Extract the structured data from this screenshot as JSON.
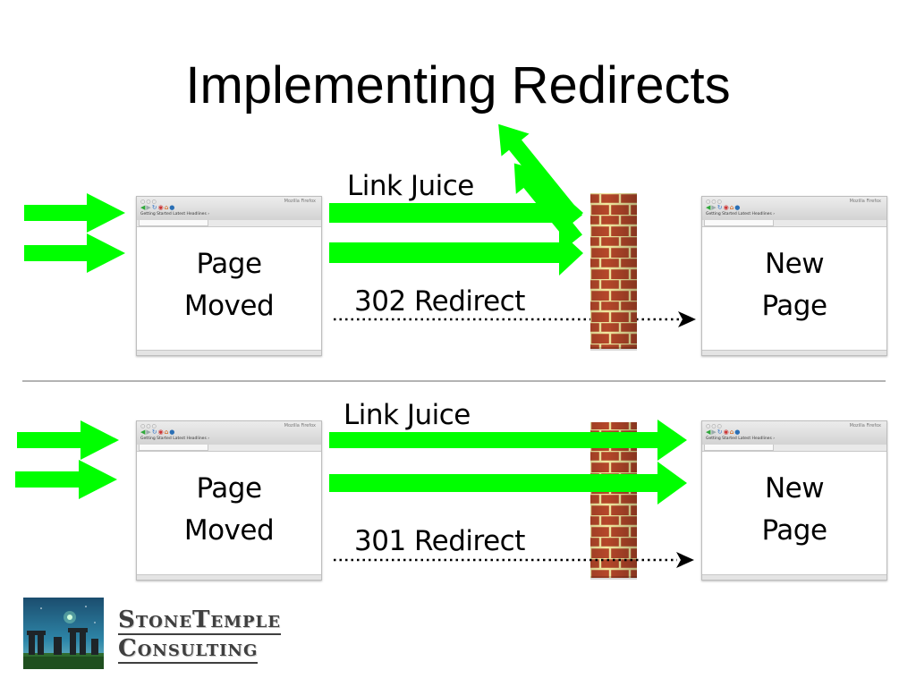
{
  "slide": {
    "title": "Implementing Redirects"
  },
  "diagram_302": {
    "link_juice_label": "Link Juice",
    "redirect_label": "302 Redirect",
    "old_page": {
      "line1": "Page",
      "line2": "Moved"
    },
    "new_page": {
      "line1": "New",
      "line2": "Page"
    }
  },
  "diagram_301": {
    "link_juice_label": "Link Juice",
    "redirect_label": "301 Redirect",
    "old_page": {
      "line1": "Page",
      "line2": "Moved"
    },
    "new_page": {
      "line1": "New",
      "line2": "Page"
    }
  },
  "browser_chrome": {
    "window_title": "Mozilla Firefox",
    "bookmarks": "Getting Started   Latest Headlines ›"
  },
  "logo": {
    "line1": "StoneTemple",
    "line2": "Consulting"
  },
  "colors": {
    "arrow_green": "#00ff00",
    "brick": "#b5472a",
    "mortar": "#f3e9a0",
    "text": "#000000",
    "divider": "#b3b3b3"
  },
  "icons": {
    "link_juice_arrow": "green-arrow-icon",
    "firewall": "brick-wall-icon",
    "redirect": "dotted-arrow-icon",
    "browser_window": "browser-window-icon"
  }
}
